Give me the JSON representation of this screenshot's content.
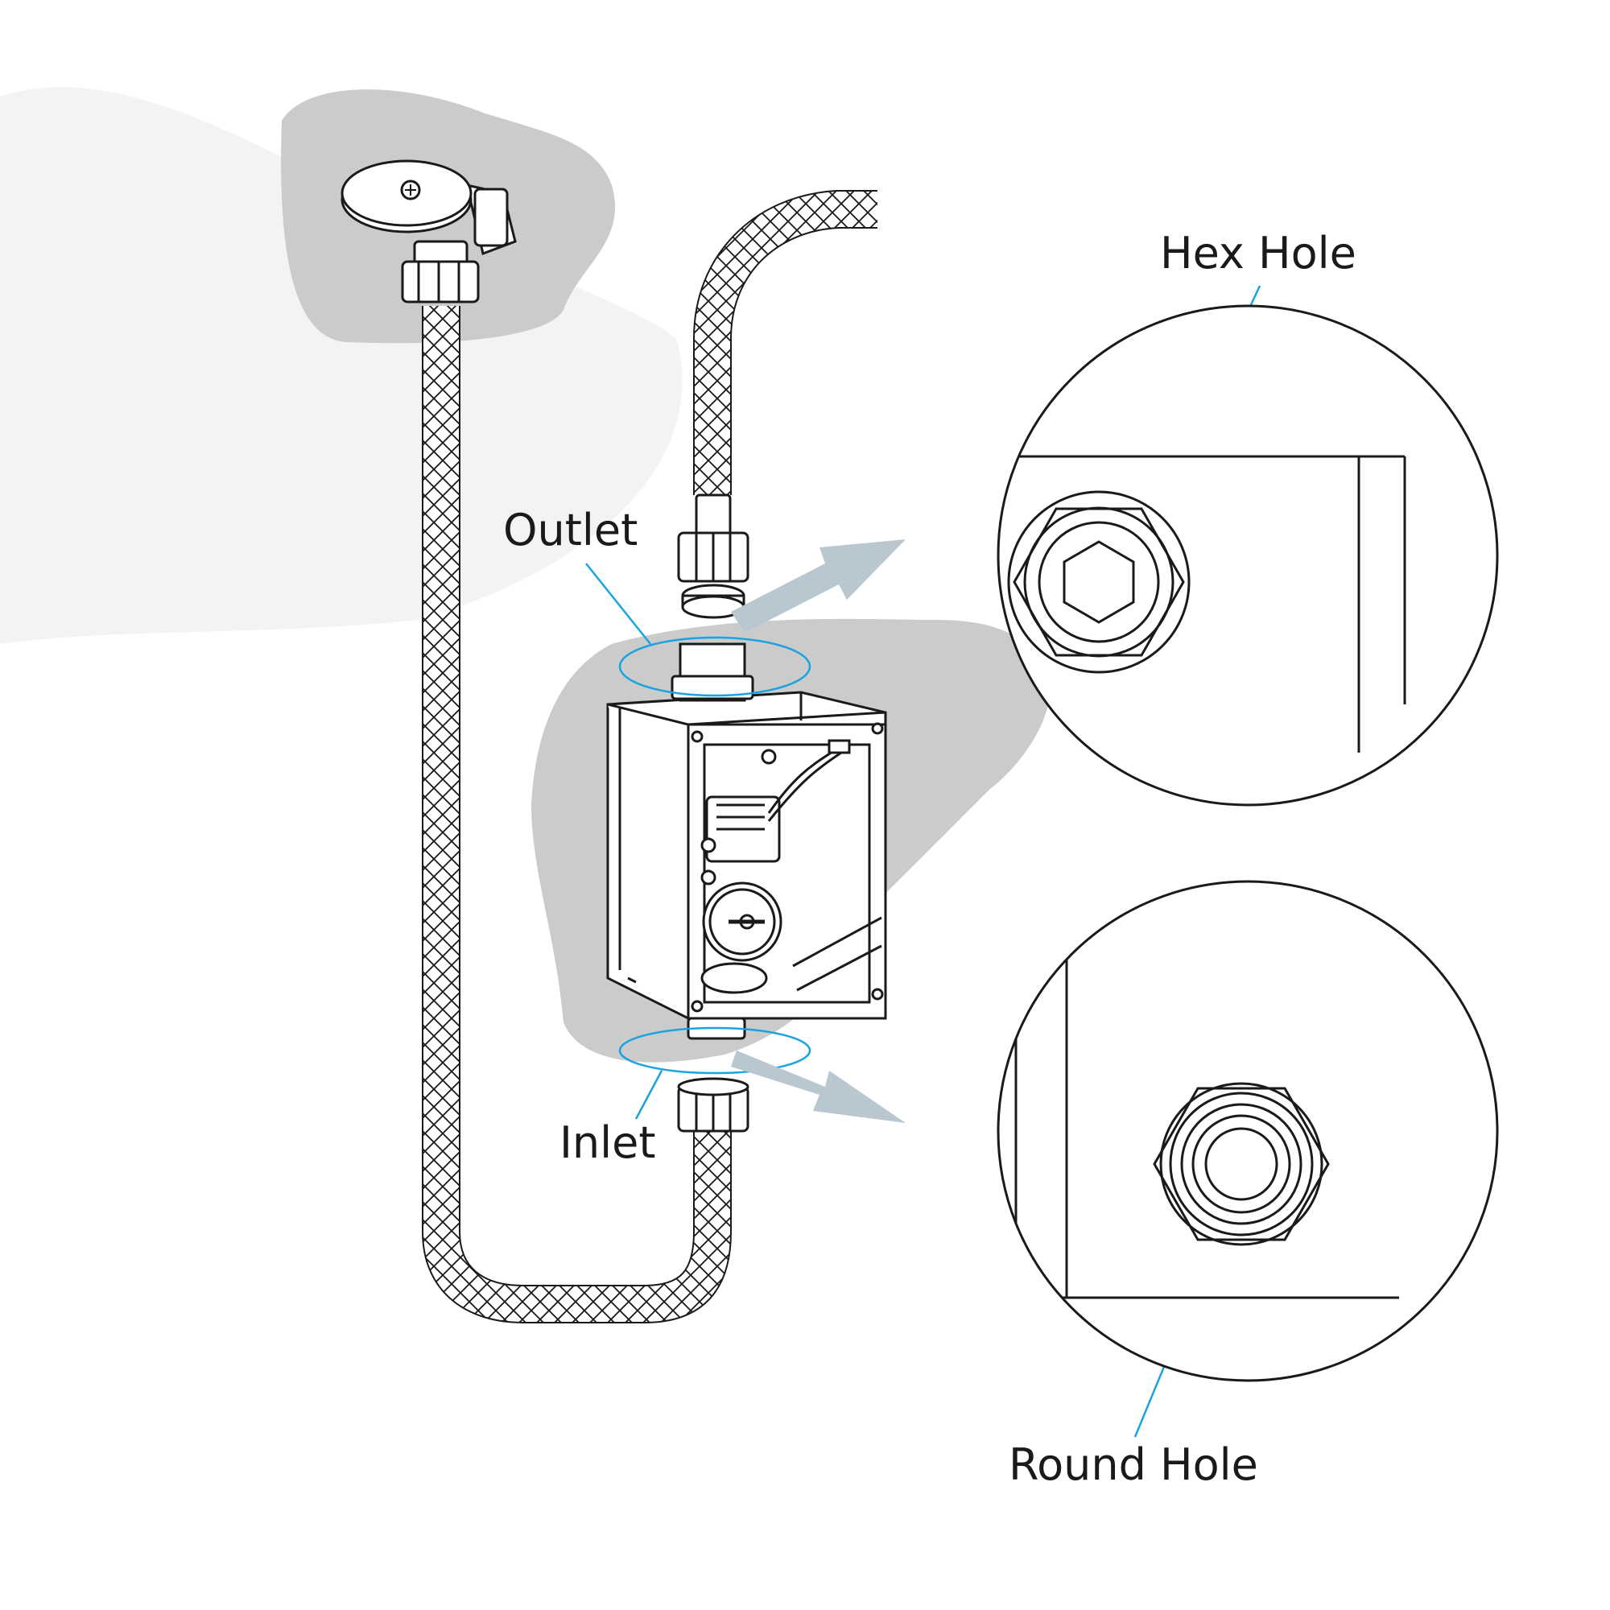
{
  "labels": {
    "outlet": "Outlet",
    "inlet": "Inlet",
    "hex_hole": "Hex Hole",
    "round_hole": "Round Hole"
  },
  "colors": {
    "background": "#ffffff",
    "shadow": "#cbcbcb",
    "light_shadow": "#f3f3f3",
    "line": "#1a1a1a",
    "highlight": "#1aa3e0",
    "arrow": "#b9c7d0"
  }
}
